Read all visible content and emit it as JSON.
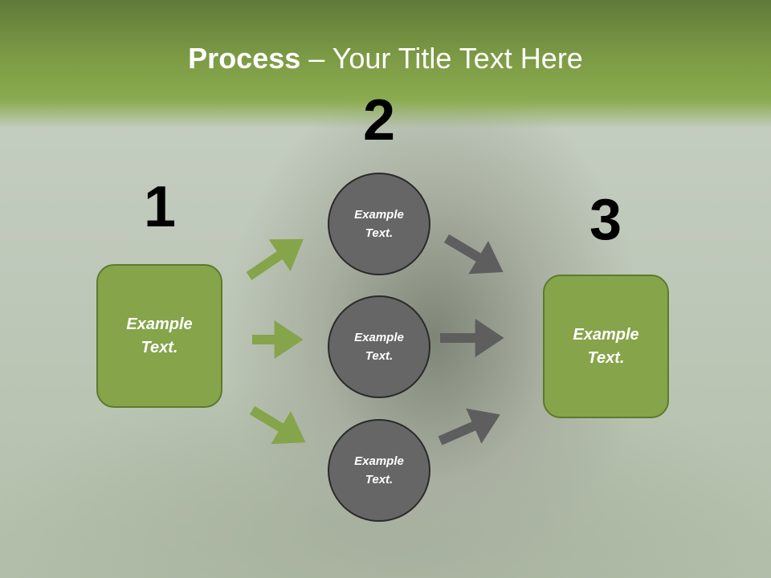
{
  "title": {
    "bold": "Process",
    "rest": " – Your Title Text Here"
  },
  "steps": [
    {
      "number": "1",
      "text": "Example Text."
    },
    {
      "number": "2",
      "text": "Example Text."
    },
    {
      "number": "3",
      "text": "Example Text."
    }
  ],
  "circles": [
    {
      "text": "Example Text."
    },
    {
      "text": "Example Text."
    },
    {
      "text": "Example Text."
    }
  ],
  "colors": {
    "green": "#86a44a",
    "gray": "#666666",
    "header": "#7c9b45"
  }
}
